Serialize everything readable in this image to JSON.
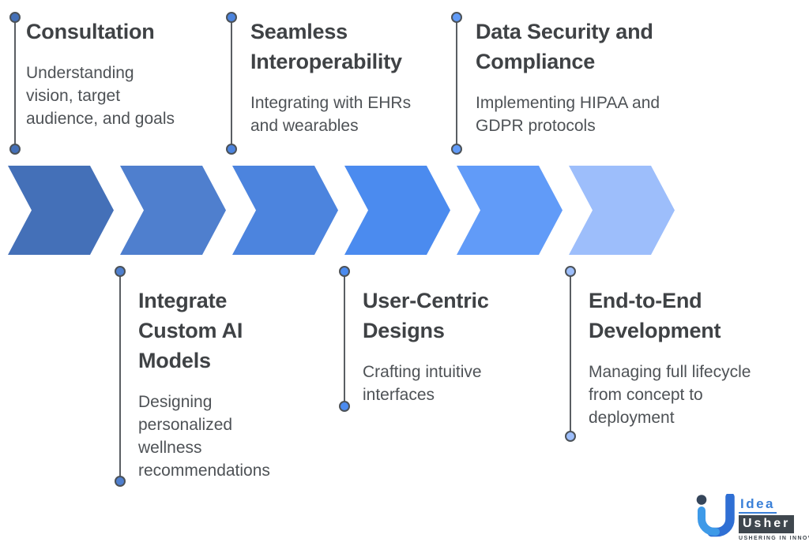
{
  "diagram": {
    "kind": "process-flow-timeline",
    "background": "#ffffff",
    "steps": [
      {
        "title": "Consultation",
        "description": "Understanding vision, target audience, and goals",
        "position": "top",
        "color": "#4470b8"
      },
      {
        "title": "Integrate Custom AI Models",
        "description": "Designing personalized wellness recommendations",
        "position": "bottom",
        "color": "#4f7fce"
      },
      {
        "title": "Seamless Interoperability",
        "description": "Integrating with EHRs and wearables",
        "position": "top",
        "color": "#4c84de"
      },
      {
        "title": "User-Centric Designs",
        "description": "Crafting intuitive interfaces",
        "position": "bottom",
        "color": "#4b8bef"
      },
      {
        "title": "Data Security and Compliance",
        "description": "Implementing HIPAA and GDPR protocols",
        "position": "top",
        "color": "#619bf8"
      },
      {
        "title": "End-to-End Development",
        "description": "Managing full lifecycle from concept to deployment",
        "position": "bottom",
        "color": "#9dbefb"
      }
    ],
    "styles": {
      "title_color": "#3f4245",
      "description_color": "#4e5256",
      "connector_line_color": "#5a5e63",
      "dot_ring_color": "#4c5258"
    }
  },
  "logo": {
    "brand_top": "Idea",
    "brand_bottom": "Usher",
    "tagline": "USHERING IN INNOVATION",
    "colors": {
      "idea_text": "#3a80d8",
      "usher_bg": "#3f474e",
      "usher_text": "#ffffff",
      "tagline_text": "#3f474e",
      "icon_light": "#3e9ae8",
      "icon_dark": "#2f6fd4",
      "icon_dot": "#35455a"
    }
  }
}
